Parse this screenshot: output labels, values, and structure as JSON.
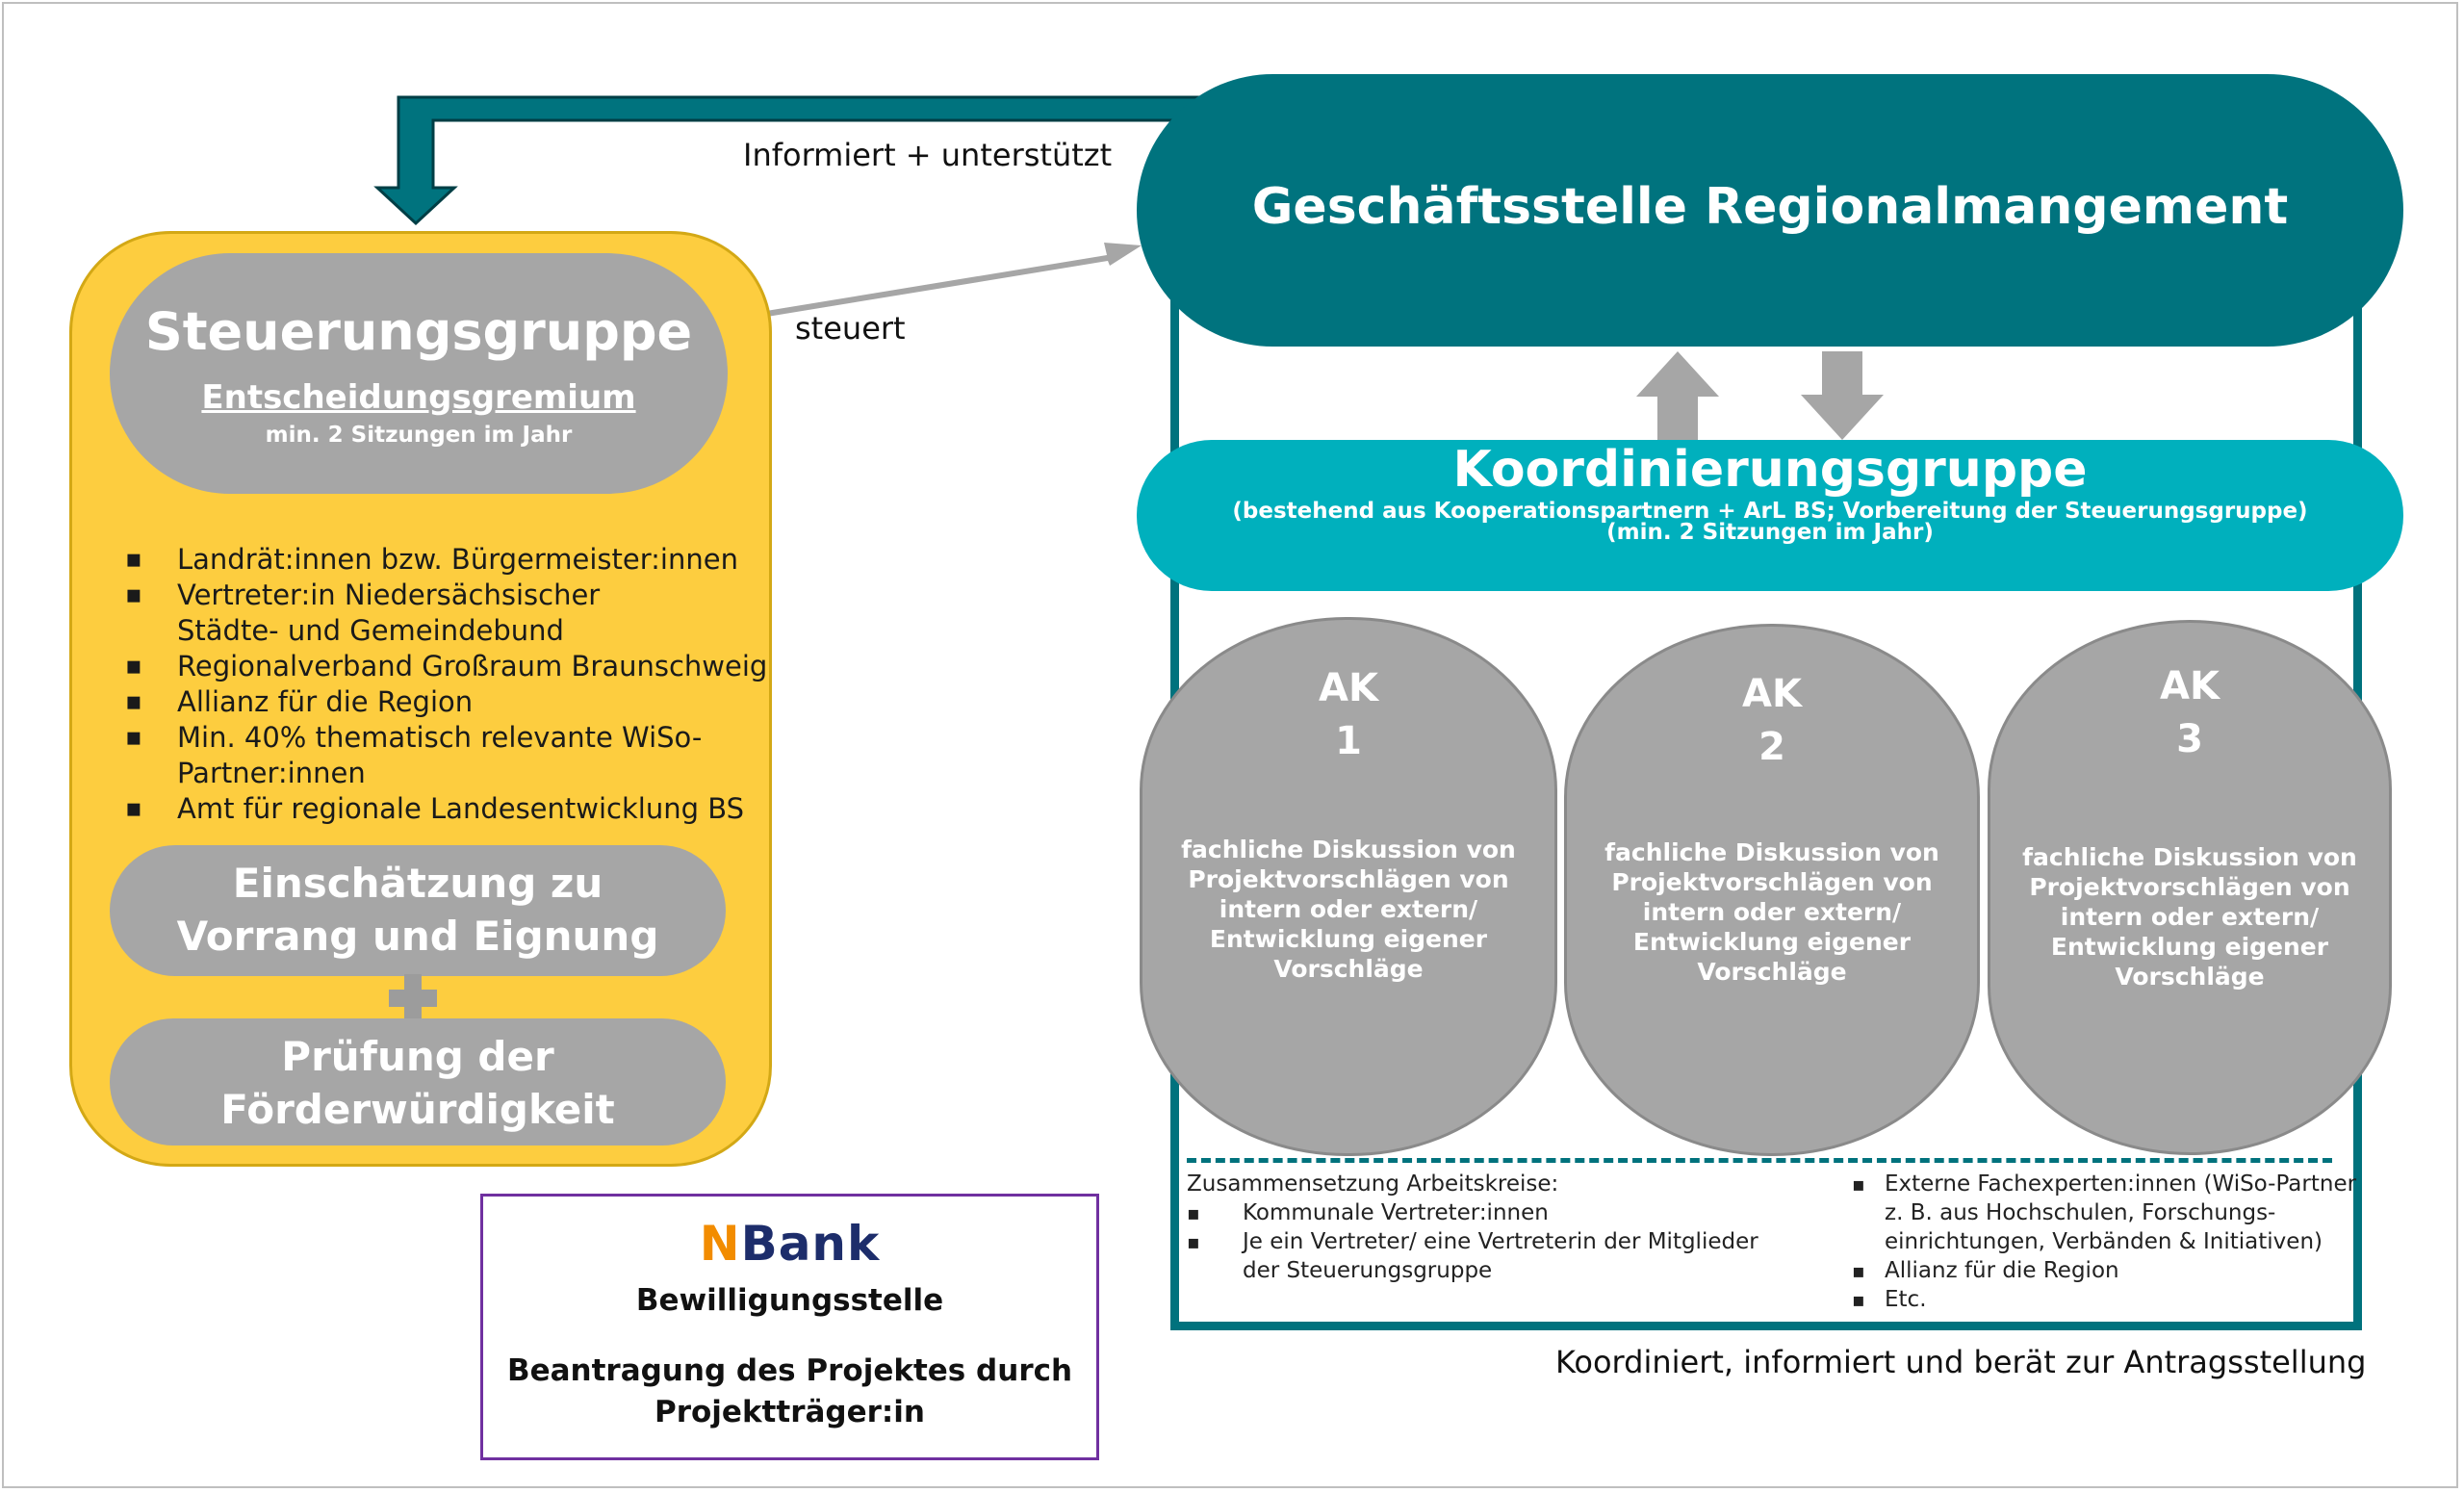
{
  "labels": {
    "informiert": "Informiert + unterstützt",
    "steuert": "steuert",
    "koordiniert": "Koordiniert, informiert und berät zur Antragsstellung"
  },
  "steuerungsgruppe": {
    "title": "Steuerungsgruppe",
    "subtitle": "Entscheidungsgremium",
    "note": "min. 2 Sitzungen im Jahr",
    "members": [
      "Landrät:innen bzw. Bürgermeister:innen",
      "Vertreter:in Niedersächsischer\nStädte- und Gemeindebund",
      "Regionalverband Großraum Braunschweig",
      "Allianz für die Region",
      "Min. 40% thematisch relevante WiSo-\nPartner:innen",
      "Amt für regionale Landesentwicklung BS"
    ],
    "einschaetzung": "Einschätzung zu\nVorrang und Eignung",
    "pruefung": "Prüfung der\nFörderwürdigkeit"
  },
  "geschaeftsstelle": {
    "title": "Geschäftsstelle Regionalmangement"
  },
  "koordinierungsgruppe": {
    "title": "Koordinierungsgruppe",
    "subtitle": "(bestehend aus Kooperationspartnern + ArL BS; Vorbereitung der Steuerungsgruppe)",
    "note": "(min. 2 Sitzungen im Jahr)"
  },
  "arbeitskreise": [
    {
      "head": "AK\n1",
      "desc": "fachliche Diskussion von Projektvorschlägen von intern oder extern/ Entwicklung eigener Vorschläge"
    },
    {
      "head": "AK\n2",
      "desc": "fachliche Diskussion von Projektvorschlägen von intern oder extern/ Entwicklung eigener Vorschläge"
    },
    {
      "head": "AK\n3",
      "desc": "fachliche Diskussion von Projektvorschlägen von intern oder extern/ Entwicklung eigener Vorschläge"
    }
  ],
  "zusammensetzung": {
    "title": "Zusammensetzung Arbeitskreise:",
    "left": [
      "Kommunale Vertreter:innen",
      "Je ein Vertreter/ eine Vertreterin der Mitglieder\nder Steuerungsgruppe"
    ],
    "right": [
      "Externe Fachexperten:innen (WiSo-Partner\nz. B. aus Hochschulen, Forschungs-\neinrichtungen, Verbänden & Initiativen)",
      "Allianz für die Region",
      "Etc."
    ]
  },
  "nbank": {
    "logo_n": "N",
    "logo_rest": "Bank",
    "role": "Bewilligungsstelle",
    "text": "Beantragung des Projektes durch\nProjektträger:in"
  },
  "colors": {
    "teal_dark": "#00737e",
    "teal_light": "#00b0bd",
    "yellow": "#fdcd3f",
    "gray": "#a6a6a6",
    "purple": "#7030a0",
    "nbank_orange": "#f28c00",
    "nbank_navy": "#1d2d6b"
  }
}
